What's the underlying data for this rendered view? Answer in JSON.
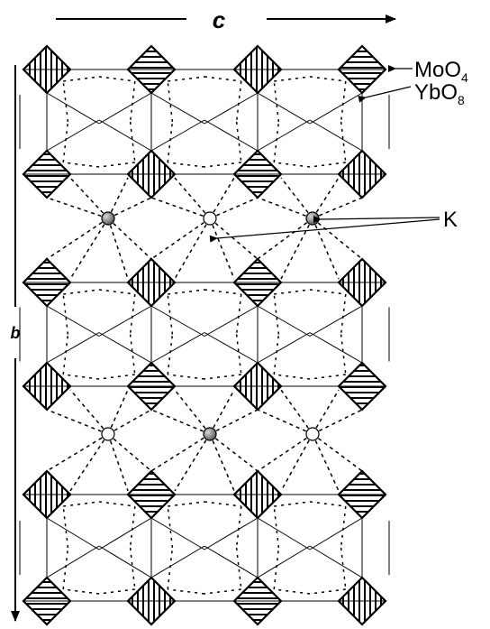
{
  "axes": {
    "c_label": "c",
    "b_label": "b"
  },
  "labels": {
    "mo": {
      "base": "MoO",
      "sub": "4"
    },
    "yb": {
      "base": "YbO",
      "sub": "8"
    },
    "k": "K"
  },
  "structure": {
    "polyhedron_rows": [
      {
        "orientation": [
          "v",
          "h",
          "v",
          "h"
        ]
      },
      {
        "orientation": [
          "h",
          "v",
          "h",
          "v"
        ]
      },
      {
        "orientation": [
          "h",
          "v",
          "h",
          "v"
        ]
      },
      {
        "orientation": [
          "v",
          "h",
          "v",
          "h"
        ]
      },
      {
        "orientation": [
          "v",
          "h",
          "v",
          "h"
        ]
      },
      {
        "orientation": [
          "h",
          "v",
          "h",
          "v"
        ]
      }
    ],
    "k_atom_layers": [
      {
        "atoms": [
          "filled",
          "open",
          "filled"
        ]
      },
      {
        "atoms": [
          "open",
          "filled",
          "open"
        ]
      }
    ]
  },
  "colors": {
    "line": "#000000",
    "k_filled": "#6e6e6e",
    "k_open": "#ffffff",
    "background": "#ffffff"
  }
}
